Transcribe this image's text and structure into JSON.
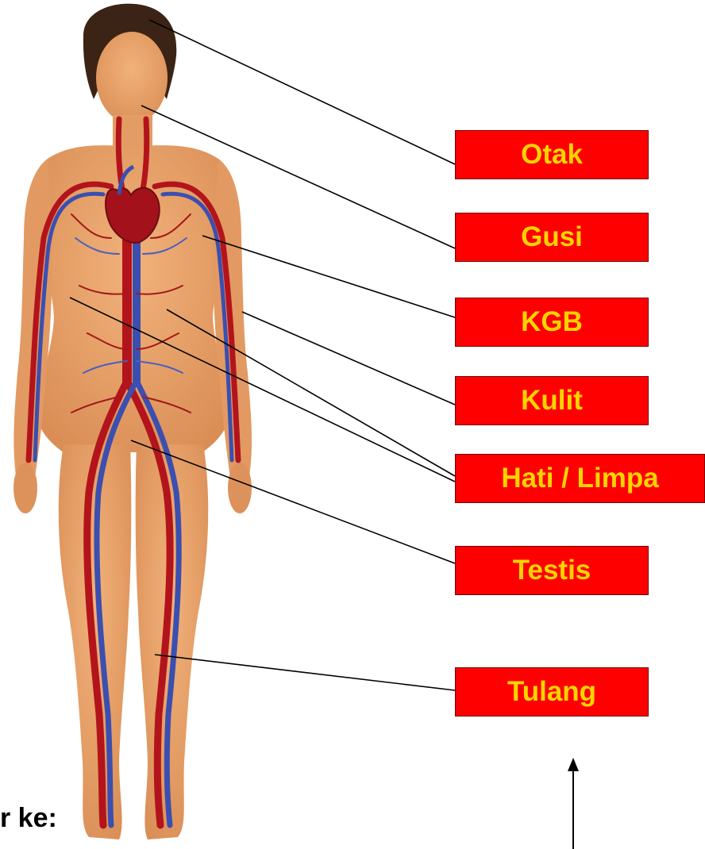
{
  "colors": {
    "label_fill": "#ff0000",
    "label_text": "#ffd400",
    "skin": "#e9a36a",
    "artery": "#b3141c",
    "vein": "#3b4fb0",
    "hair": "#3b2416"
  },
  "illustration": {
    "subject": "female-body-circulatory-system"
  },
  "labels": [
    {
      "id": "otak",
      "text": "Otak"
    },
    {
      "id": "gusi",
      "text": "Gusi"
    },
    {
      "id": "kgb",
      "text": "KGB"
    },
    {
      "id": "kulit",
      "text": "Kulit"
    },
    {
      "id": "hati-limpa",
      "text": "Hati / Limpa"
    },
    {
      "id": "testis",
      "text": "Testis"
    },
    {
      "id": "tulang",
      "text": "Tulang"
    }
  ],
  "caption": "r ke:"
}
